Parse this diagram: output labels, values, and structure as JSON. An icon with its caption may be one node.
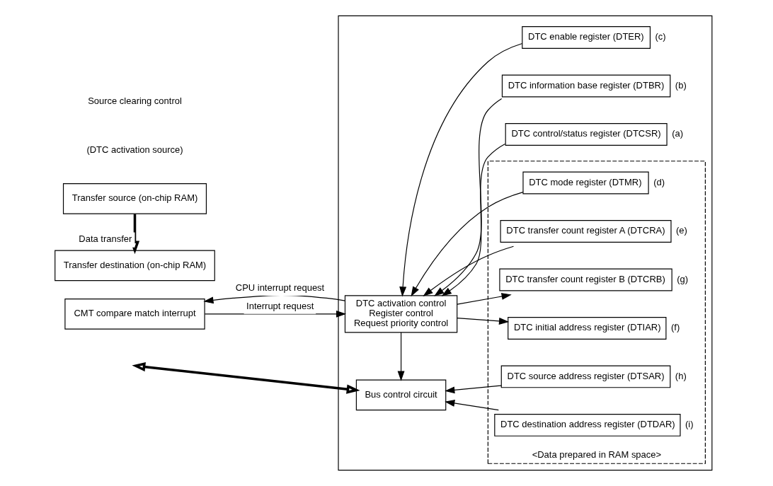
{
  "diagram": {
    "nodes": [
      {
        "text": [],
        "shape": "box"
      },
      {
        "text": [
          "CMT compare match interrupt"
        ]
      },
      {
        "text": [
          "DTC activation control",
          "Register control",
          "Request priority control"
        ],
        "in": 0
      },
      {
        "text": [
          "DTC control/status register (DTCSR)"
        ],
        "beside": [
          "(a)"
        ],
        "in": 0
      },
      {
        "text": [
          "DTC information base register (DTBR)"
        ],
        "beside": [
          "(b)"
        ],
        "in": 0
      },
      {
        "text": [
          "DTC enable register (DTER)"
        ],
        "beside": [
          "(c)"
        ],
        "in": 0
      },
      {
        "text": [
          "<Data prepared in RAM space>"
        ],
        "in": 0
      },
      {
        "text": [
          "DTC mode register (DTMR)"
        ],
        "beside": [
          "(d)"
        ],
        "in": 6
      },
      {
        "text": [
          "DTC transfer count register A (DTCRA)"
        ],
        "beside": [
          "(e)"
        ],
        "in": 6
      },
      {
        "text": [
          "DTC initial address register (DTIAR)"
        ],
        "beside": [
          "(f)"
        ],
        "in": 6
      },
      {
        "text": [
          "DTC transfer count register B (DTCRB)"
        ],
        "beside": [
          "(g)"
        ],
        "in": 6
      },
      {
        "text": [
          "DTC source address register (DTSAR)"
        ],
        "beside": [
          "(h)"
        ],
        "in": 6
      },
      {
        "text": [
          "DTC destination address register (DTDAR)"
        ],
        "beside": [
          "(i)"
        ],
        "in": 6
      },
      {
        "text": [
          "Bus control circuit"
        ],
        "in": 0
      },
      {
        "text": [
          "Transfer source (on-chip RAM)"
        ]
      },
      {
        "text": [
          "Transfer destination (on-chip RAM)"
        ]
      }
    ],
    "edges": [
      {
        "from": 1,
        "to": 2,
        "arrow": "to",
        "label": "Interrupt request"
      },
      {
        "from": 2,
        "to": 1,
        "arrow": "to",
        "label": "CPU interrupt request"
      },
      {
        "from": 3,
        "to": 2,
        "arrow": "to"
      },
      {
        "from": 4,
        "to": 2,
        "arrow": "to"
      },
      {
        "from": 5,
        "to": 2,
        "arrow": "to"
      },
      {
        "from": 7,
        "to": 2,
        "arrow": "to"
      },
      {
        "from": 8,
        "to": 2,
        "arrow": "to"
      },
      {
        "from": 2,
        "to": 9,
        "arrow": "to"
      },
      {
        "from": 2,
        "to": 10,
        "arrow": "to"
      },
      {
        "from": 2,
        "to": 13,
        "arrow": "to"
      },
      {
        "from": 11,
        "to": 13,
        "arrow": "to"
      },
      {
        "from": 12,
        "to": 13,
        "arrow": "to"
      },
      {
        "from": 14,
        "to": 15,
        "arrow": "to",
        "label": "Data transfer",
        "style": "thick"
      },
      {
        "from": null,
        "to": 13,
        "arrow": "both",
        "style": "thick"
      }
    ],
    "labels": [
      "(DTC activation source)",
      "Source clearing control"
    ]
  }
}
